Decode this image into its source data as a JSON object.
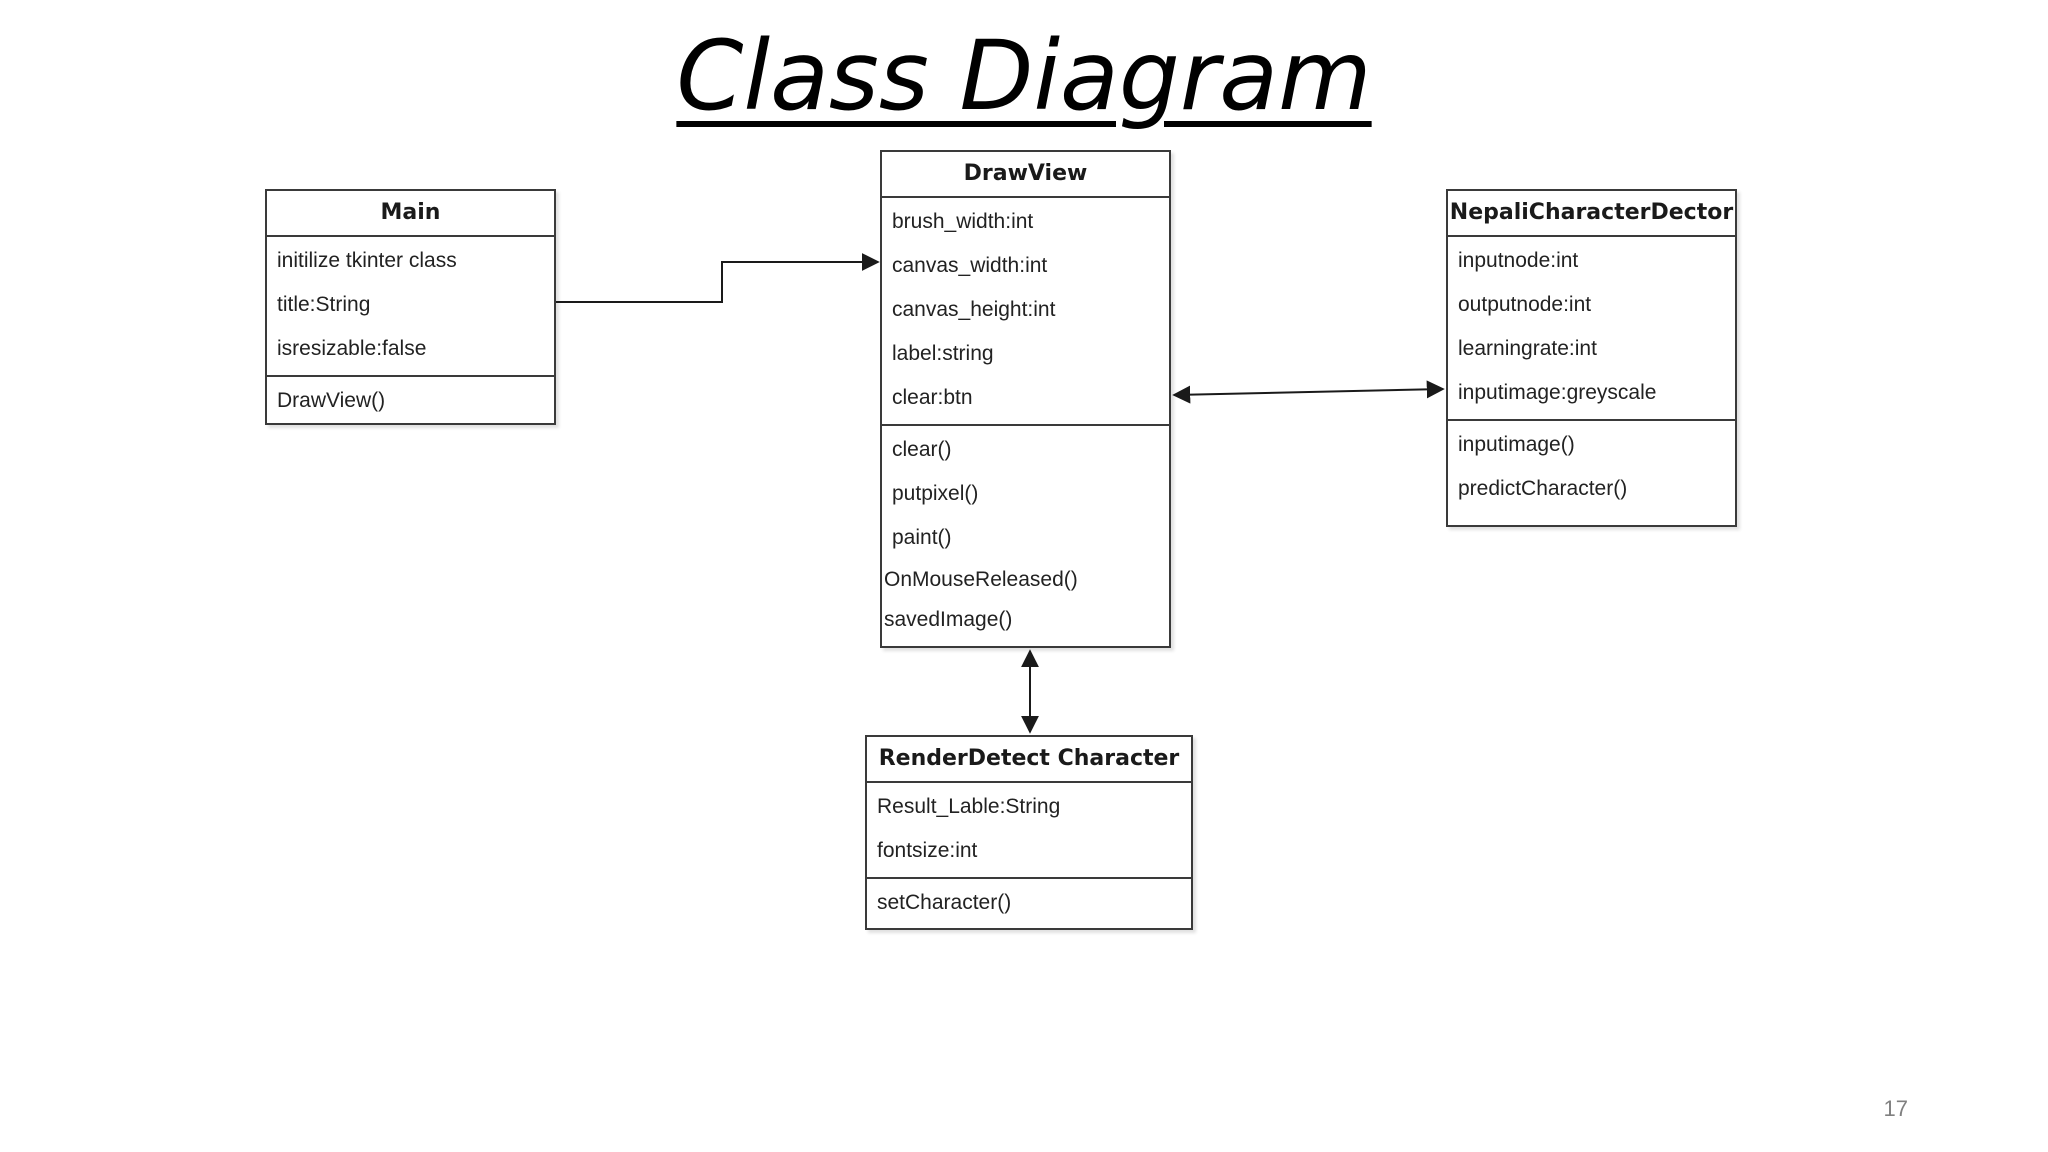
{
  "slide": {
    "title": "Class Diagram",
    "page_number": "17"
  },
  "classes": {
    "main": {
      "name": "Main",
      "attributes": [
        "initilize tkinter class",
        "title:String",
        "isresizable:false"
      ],
      "methods": [
        "DrawView()"
      ]
    },
    "drawview": {
      "name": "DrawView",
      "attributes": [
        "brush_width:int",
        "canvas_width:int",
        "canvas_height:int",
        "label:string",
        "clear:btn"
      ],
      "methods": [
        "clear()",
        "putpixel()",
        "paint()",
        "OnMouseReleased()",
        "savedImage()"
      ]
    },
    "nepali": {
      "name": "NepaliCharacterDector",
      "attributes": [
        "inputnode:int",
        "outputnode:int",
        "learningrate:int",
        "inputimage:greyscale"
      ],
      "methods": [
        "inputimage()",
        "predictCharacter()"
      ]
    },
    "render": {
      "name": "RenderDetect Character",
      "attributes": [
        "Result_Lable:String",
        "fontsize:int"
      ],
      "methods": [
        "setCharacter()"
      ]
    }
  },
  "colors": {
    "border": "#3a3a3a",
    "text": "#222222",
    "page_number": "#808080"
  }
}
